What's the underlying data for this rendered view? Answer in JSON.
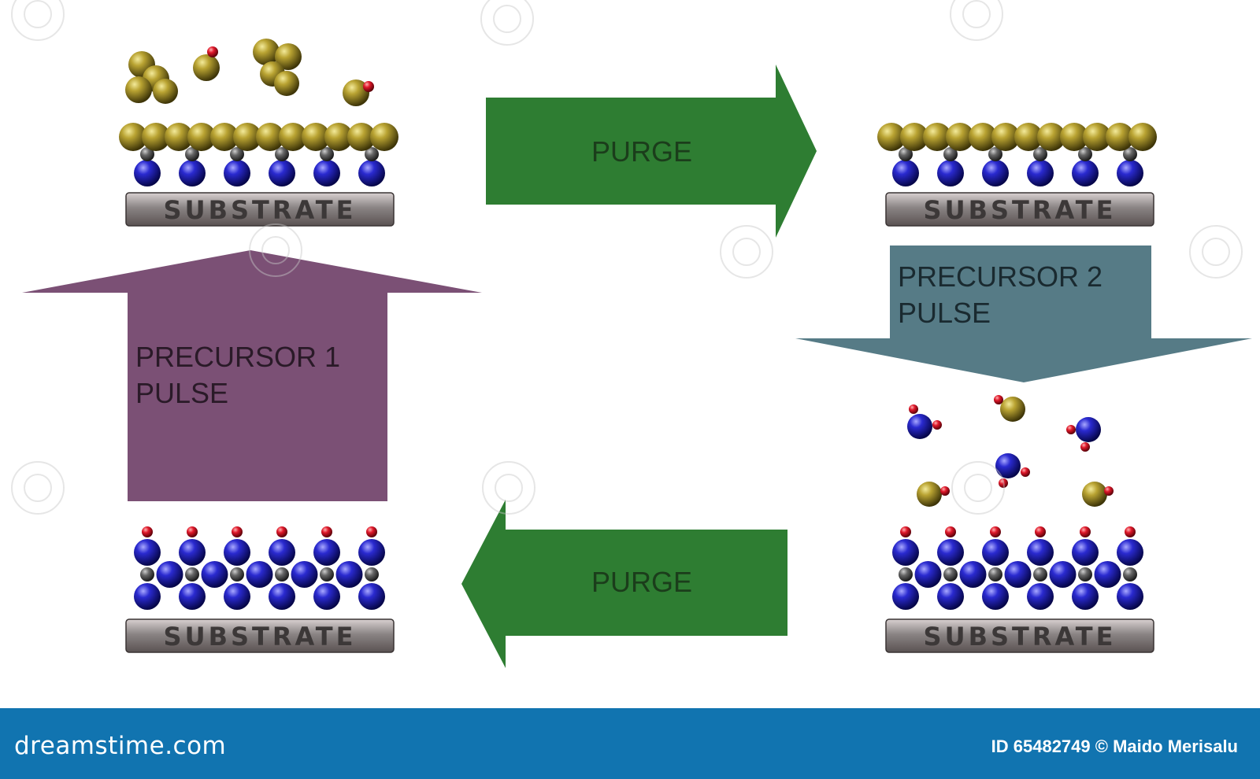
{
  "stages": {
    "top_left": {
      "substrate_label": "SUBSTRATE"
    },
    "top_right": {
      "substrate_label": "SUBSTRATE"
    },
    "bottom_left": {
      "substrate_label": "SUBSTRATE"
    },
    "bottom_right": {
      "substrate_label": "SUBSTRATE"
    }
  },
  "arrows": {
    "purge_top": {
      "label": "PURGE",
      "color": "#2e7d32"
    },
    "purge_bottom": {
      "label": "PURGE",
      "color": "#2e7d32"
    },
    "precursor1": {
      "line1": "PRECURSOR 1",
      "line2": "PULSE",
      "color": "#7b5075"
    },
    "precursor2": {
      "line1": "PRECURSOR 2",
      "line2": "PULSE",
      "color": "#567b86"
    }
  },
  "atom_colors": {
    "gold": "#9a8a1e",
    "blue": "#1a1a9e",
    "red": "#cc1020",
    "gray": "#555555"
  },
  "footer": {
    "brand": "dreamstime.com",
    "credit": "ID 65482749 © Maido Merisalu"
  }
}
